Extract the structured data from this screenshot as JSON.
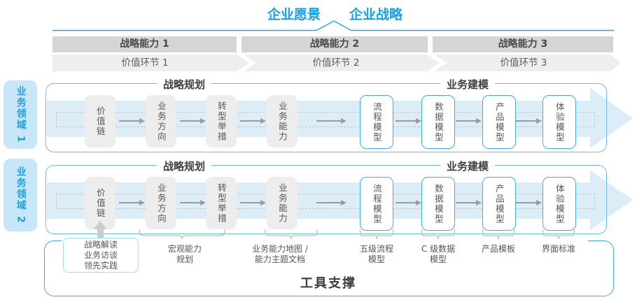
{
  "colors": {
    "accent_blue": "#18A0E2",
    "panel_border_blue": "#6ABFE9",
    "model_box_border_blue": "#41ACDF",
    "footer_border_blue": "#3FA9E0",
    "domain_label_fill": "#C7E7F8",
    "band_fill": "#DCEDF8",
    "capability_bar_fill": "#D5D5D5",
    "value_link_fill": "#EEEEEE",
    "gray_box_fill": "#EDEDED",
    "arrow_gray": "#9B9B9B",
    "text_dark": "#4A4A4A"
  },
  "header": {
    "vision": "企业愿景",
    "strategy": "企业战略"
  },
  "capability_bars": [
    "战略能力 1",
    "战略能力 2",
    "战略能力 3"
  ],
  "value_links": [
    "价值环节 1",
    "价值环节 2",
    "价值环节 3"
  ],
  "domains": [
    "业务领域 1",
    "业务领域 2"
  ],
  "rows": [
    {
      "planning_header": "战略规划",
      "modeling_header": "业务建模",
      "planning_boxes": [
        "价值链",
        "业务方向",
        "转型举措",
        "业务能力"
      ],
      "modeling_boxes": [
        "流程模型",
        "数据模型",
        "产品模型",
        "体验模型"
      ]
    },
    {
      "planning_header": "战略规划",
      "modeling_header": "业务建模",
      "planning_boxes": [
        "价值链",
        "业务方向",
        "转型举措",
        "业务能力"
      ],
      "modeling_boxes": [
        "流程模型",
        "数据模型",
        "产品模型",
        "体验模型"
      ]
    }
  ],
  "annotations": {
    "practice_box": [
      "战略解读",
      "业务访谈",
      "领先实践"
    ],
    "macro_capability": [
      "宏观能力",
      "规划"
    ],
    "capability_map": [
      "业务能力地图 /",
      "能力主题文档"
    ],
    "process_model": [
      "五级流程",
      "模型"
    ],
    "data_model": [
      "C 级数据",
      "模型"
    ],
    "product_template": "产品模板",
    "ui_standard": "界面标准"
  },
  "footer": {
    "label": "工具支撑"
  }
}
